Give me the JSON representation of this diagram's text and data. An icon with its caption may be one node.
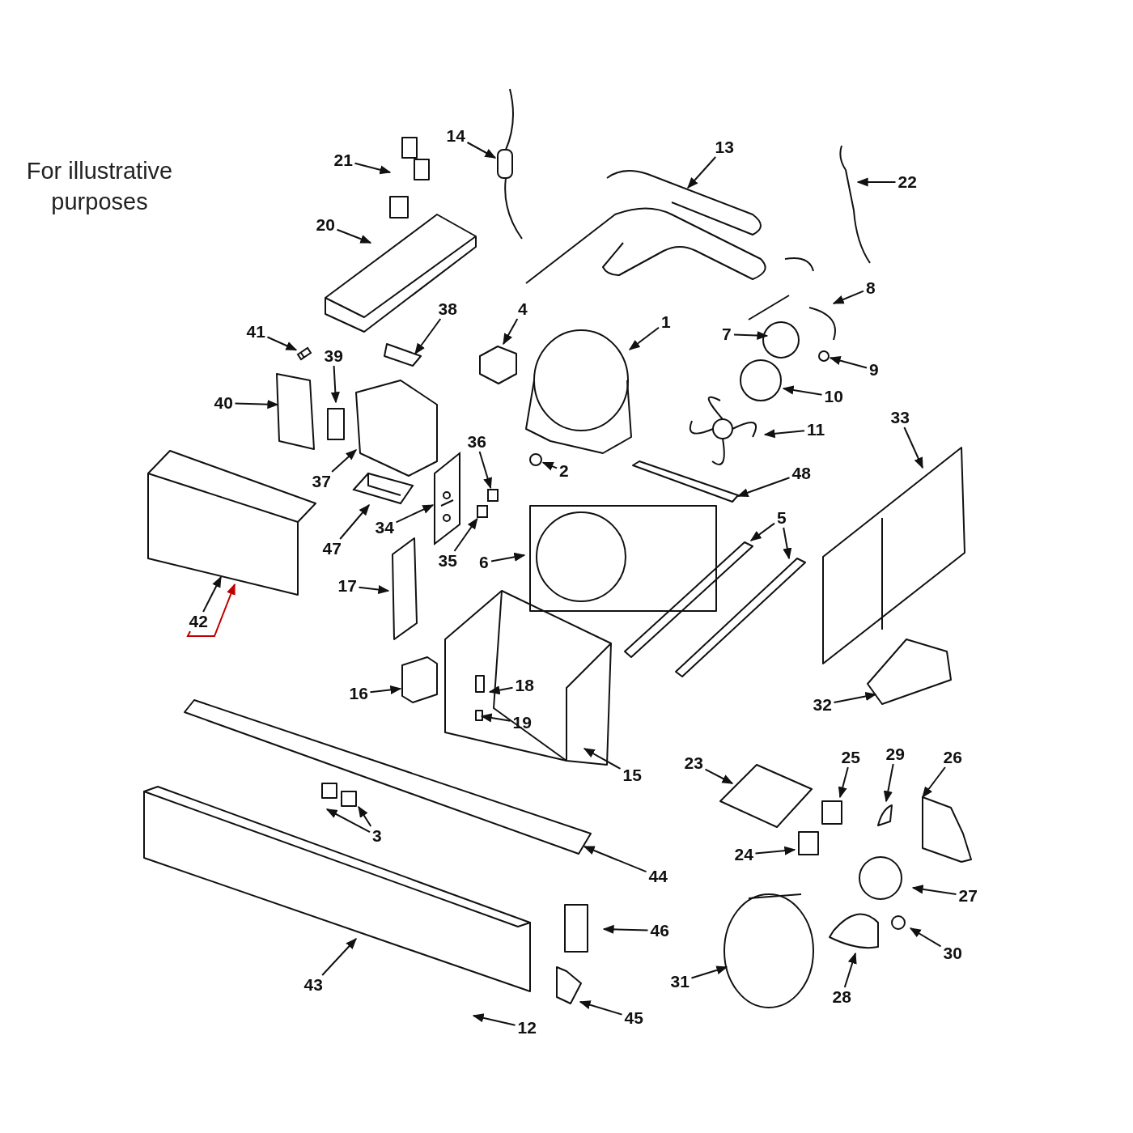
{
  "diagram": {
    "nodes": [
      {
        "text": [
          "1"
        ]
      },
      {
        "text": [
          "2"
        ]
      },
      {
        "text": [
          "3"
        ]
      },
      {
        "text": [
          "4"
        ]
      },
      {
        "text": [
          "5"
        ]
      },
      {
        "text": [
          "6"
        ]
      },
      {
        "text": [
          "7"
        ]
      },
      {
        "text": [
          "8"
        ]
      },
      {
        "text": [
          "9"
        ]
      },
      {
        "text": [
          "10"
        ]
      },
      {
        "text": [
          "11"
        ]
      },
      {
        "text": [
          "12"
        ]
      },
      {
        "text": [
          "13"
        ]
      },
      {
        "text": [
          "14"
        ]
      },
      {
        "text": [
          "15"
        ]
      },
      {
        "text": [
          "16"
        ]
      },
      {
        "text": [
          "17"
        ]
      },
      {
        "text": [
          "18"
        ]
      },
      {
        "text": [
          "19"
        ]
      },
      {
        "text": [
          "20"
        ]
      },
      {
        "text": [
          "21"
        ]
      },
      {
        "text": [
          "22"
        ]
      },
      {
        "text": [
          "23"
        ]
      },
      {
        "text": [
          "24"
        ]
      },
      {
        "text": [
          "25"
        ]
      },
      {
        "text": [
          "26"
        ]
      },
      {
        "text": [
          "27"
        ]
      },
      {
        "text": [
          "28"
        ]
      },
      {
        "text": [
          "29"
        ]
      },
      {
        "text": [
          "30"
        ]
      },
      {
        "text": [
          "31"
        ]
      },
      {
        "text": [
          "32"
        ]
      },
      {
        "text": [
          "33"
        ]
      },
      {
        "text": [
          "34"
        ]
      },
      {
        "text": [
          "35"
        ]
      },
      {
        "text": [
          "36"
        ]
      },
      {
        "text": [
          "37"
        ]
      },
      {
        "text": [
          "38"
        ]
      },
      {
        "text": [
          "39"
        ]
      },
      {
        "text": [
          "40"
        ]
      },
      {
        "text": [
          "41"
        ]
      },
      {
        "text": [
          "42"
        ]
      },
      {
        "text": [
          "43"
        ]
      },
      {
        "text": [
          "44"
        ]
      },
      {
        "text": [
          "45"
        ]
      },
      {
        "text": [
          "46"
        ]
      },
      {
        "text": [
          "47"
        ]
      },
      {
        "text": [
          "48"
        ]
      },
      {
        "text": [],
        "shape": "circle"
      },
      {
        "text": [],
        "shape": "circle"
      },
      {
        "text": [],
        "shape": "picture"
      },
      {
        "text": [],
        "shape": "box"
      },
      {
        "text": [],
        "shape": "picture"
      },
      {
        "text": [],
        "shape": "picture"
      },
      {
        "text": [],
        "shape": "box"
      }
    ],
    "edges": [
      {
        "from": 0,
        "to": null,
        "arrow": "to"
      },
      {
        "from": 1,
        "to": 48,
        "arrow": "to"
      },
      {
        "from": 2,
        "to": null,
        "arrow": "to"
      },
      {
        "from": 2,
        "to": null,
        "arrow": "to"
      },
      {
        "from": 3,
        "to": null,
        "arrow": "to"
      },
      {
        "from": 4,
        "to": null,
        "arrow": "to"
      },
      {
        "from": 4,
        "to": null,
        "arrow": "to"
      },
      {
        "from": 5,
        "to": null,
        "arrow": "to"
      },
      {
        "from": 6,
        "to": null,
        "arrow": "to"
      },
      {
        "from": 7,
        "to": null,
        "arrow": "to"
      },
      {
        "from": 8,
        "to": 49,
        "arrow": "to"
      },
      {
        "from": 9,
        "to": null,
        "arrow": "to"
      },
      {
        "from": 10,
        "to": null,
        "arrow": "to"
      },
      {
        "from": 11,
        "to": null,
        "arrow": "to"
      },
      {
        "from": 12,
        "to": null,
        "arrow": "to"
      },
      {
        "from": 13,
        "to": null,
        "arrow": "to"
      },
      {
        "from": 14,
        "to": null,
        "arrow": "to"
      },
      {
        "from": 15,
        "to": null,
        "arrow": "to"
      },
      {
        "from": 16,
        "to": null,
        "arrow": "to"
      },
      {
        "from": 17,
        "to": null,
        "arrow": "to"
      },
      {
        "from": 18,
        "to": null,
        "arrow": "to"
      },
      {
        "from": 19,
        "to": null,
        "arrow": "to"
      },
      {
        "from": 20,
        "to": null,
        "arrow": "to"
      },
      {
        "from": 21,
        "to": null,
        "arrow": "to"
      },
      {
        "from": 22,
        "to": null,
        "arrow": "to"
      },
      {
        "from": 23,
        "to": null,
        "arrow": "to"
      },
      {
        "from": 24,
        "to": null,
        "arrow": "to"
      },
      {
        "from": 25,
        "to": null,
        "arrow": "to"
      },
      {
        "from": 26,
        "to": null,
        "arrow": "to"
      },
      {
        "from": 27,
        "to": null,
        "arrow": "to"
      },
      {
        "from": 28,
        "to": null,
        "arrow": "to"
      },
      {
        "from": 29,
        "to": null,
        "arrow": "to"
      },
      {
        "from": 30,
        "to": null,
        "arrow": "to"
      },
      {
        "from": 31,
        "to": null,
        "arrow": "to"
      },
      {
        "from": 32,
        "to": null,
        "arrow": "to"
      },
      {
        "from": 33,
        "to": 50,
        "arrow": "to"
      },
      {
        "from": 34,
        "to": 51,
        "arrow": "to"
      },
      {
        "from": 35,
        "to": 54,
        "arrow": "to"
      },
      {
        "from": 36,
        "to": null,
        "arrow": "to"
      },
      {
        "from": 37,
        "to": null,
        "arrow": "to"
      },
      {
        "from": 38,
        "to": null,
        "arrow": "to"
      },
      {
        "from": 39,
        "to": null,
        "arrow": "to"
      },
      {
        "from": 40,
        "to": 52,
        "arrow": "to"
      },
      {
        "from": 41,
        "to": null,
        "arrow": "to"
      },
      {
        "from": 41,
        "to": null,
        "arrow": "to",
        "color": "#c00000"
      },
      {
        "from": 42,
        "to": null,
        "arrow": "to"
      },
      {
        "from": 43,
        "to": null,
        "arrow": "to"
      },
      {
        "from": 44,
        "to": null,
        "arrow": "to"
      },
      {
        "from": 45,
        "to": null,
        "arrow": "to"
      },
      {
        "from": 46,
        "to": 53,
        "arrow": "to"
      },
      {
        "from": 47,
        "to": null,
        "arrow": "to"
      }
    ],
    "labels": [
      "For illustrative purposes"
    ]
  }
}
